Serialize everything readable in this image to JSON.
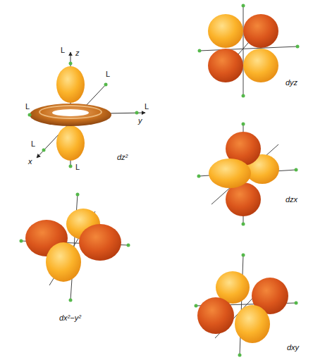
{
  "diagram": {
    "labels": [
      "L",
      "z",
      "L",
      "L",
      "L",
      "y",
      "L",
      "x",
      "L",
      "dz²",
      "dyz",
      "dzx",
      "dx²−y²",
      "dxy"
    ]
  }
}
